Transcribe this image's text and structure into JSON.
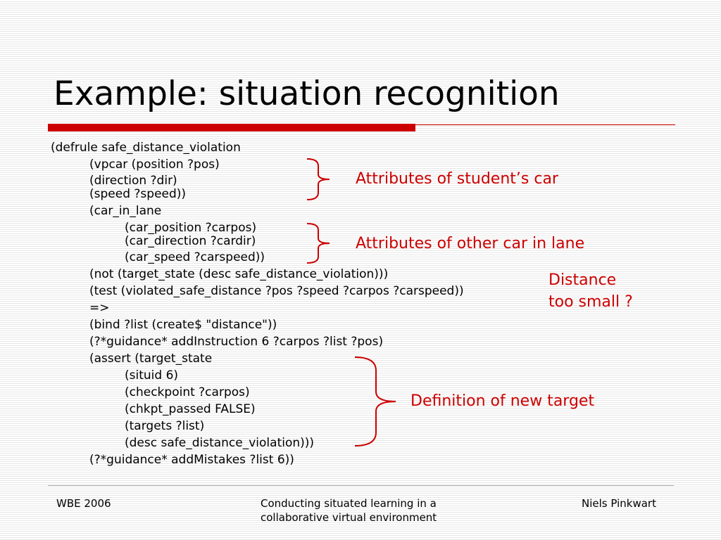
{
  "slide": {
    "title": "Example: situation recognition",
    "code_lines": [
      "(defrule safe_distance_violation",
      "(vpcar (position ?pos)",
      "(direction ?dir)",
      "(speed ?speed))",
      "(car_in_lane",
      "(car_position ?carpos)",
      "(car_direction ?cardir)",
      "(car_speed ?carspeed))",
      "(not (target_state (desc safe_distance_violation)))",
      "(test (violated_safe_distance ?pos ?speed ?carpos ?carspeed))",
      "=>",
      "(bind ?list (create$ \"distance\"))",
      "(?*guidance* addInstruction 6 ?carpos ?list ?pos)",
      "(assert (target_state",
      "(situid 6)",
      "(checkpoint ?carpos)",
      "(chkpt_passed FALSE)",
      "(targets ?list)",
      "(desc safe_distance_violation)))",
      "(?*guidance* addMistakes ?list 6))"
    ],
    "annotations": {
      "student_car": "Attributes of student’s car",
      "other_car": "Attributes of other car in lane",
      "distance_line1": "Distance",
      "distance_line2": "too small ?",
      "new_target": "Definition of new target"
    },
    "accent_color": "#cc0000"
  },
  "footer": {
    "left": "WBE 2006",
    "center_line1": "Conducting situated learning in a",
    "center_line2": "collaborative virtual environment",
    "right": "Niels Pinkwart"
  }
}
